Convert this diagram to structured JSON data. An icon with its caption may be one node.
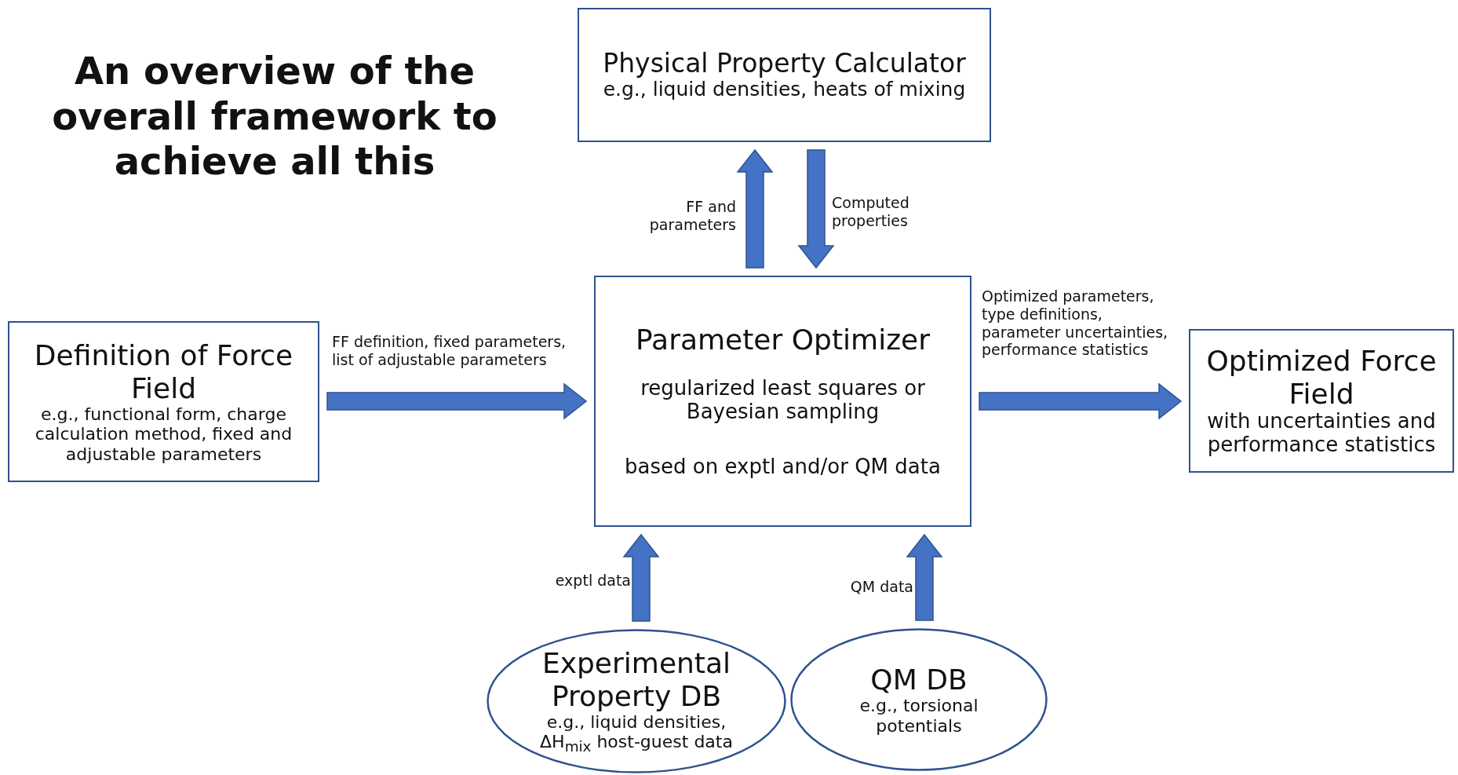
{
  "diagram": {
    "title": "An overview of the overall framework to achieve all this",
    "nodes": [
      {
        "text": [
          "Physical Property Calculator",
          "e.g., liquid densities, heats of mixing"
        ]
      },
      {
        "text": [
          "Definition of Force Field",
          "e.g., functional form, charge calculation method, fixed and adjustable parameters"
        ]
      },
      {
        "text": [
          "Parameter Optimizer",
          "regularized least squares or Bayesian sampling",
          "based on exptl and/or QM data"
        ]
      },
      {
        "text": [
          "Optimized Force Field",
          "with uncertainties and performance statistics"
        ]
      },
      {
        "text": [
          "Experimental Property DB",
          "e.g., liquid densities, ΔH$_{mix}$ host-guest data"
        ]
      },
      {
        "text": [
          "QM DB",
          "e.g., torsional potentials"
        ]
      }
    ],
    "edges": [
      {
        "from": 2,
        "to": 0,
        "arrow": "to",
        "label": "FF and parameters"
      },
      {
        "from": 0,
        "to": 2,
        "arrow": "to",
        "label": "Computed properties"
      },
      {
        "from": 1,
        "to": 2,
        "arrow": "to",
        "label": "FF definition, fixed parameters, list of adjustable parameters"
      },
      {
        "from": 2,
        "to": 3,
        "arrow": "to",
        "label": "Optimized parameters, type definitions, parameter uncertainties, performance statistics"
      },
      {
        "from": 4,
        "to": 2,
        "arrow": "to",
        "label": "exptl data"
      },
      {
        "from": 5,
        "to": 2,
        "arrow": "to",
        "label": "QM data"
      }
    ]
  }
}
